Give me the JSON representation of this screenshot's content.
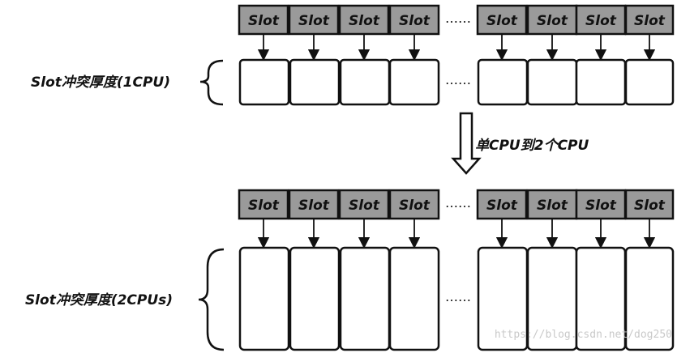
{
  "top": {
    "slot_labels": [
      "Slot",
      "Slot",
      "Slot",
      "Slot",
      "Slot",
      "Slot",
      "Slot",
      "Slot"
    ],
    "depth_label": "Slot冲突厚度(1CPU)",
    "ellipsis_slots": "……",
    "ellipsis_boxes": "……"
  },
  "transition": {
    "label": "单CPU到2个CPU"
  },
  "bottom": {
    "slot_labels": [
      "Slot",
      "Slot",
      "Slot",
      "Slot",
      "Slot",
      "Slot",
      "Slot",
      "Slot"
    ],
    "depth_label": "Slot冲突厚度(2CPUs)",
    "ellipsis_slots": "……",
    "ellipsis_boxes": "……"
  },
  "watermark": "https://blog.csdn.net/dog250",
  "colors": {
    "slot_fill": "#9a9a9a",
    "stroke": "#111111",
    "box_fill": "#ffffff"
  }
}
